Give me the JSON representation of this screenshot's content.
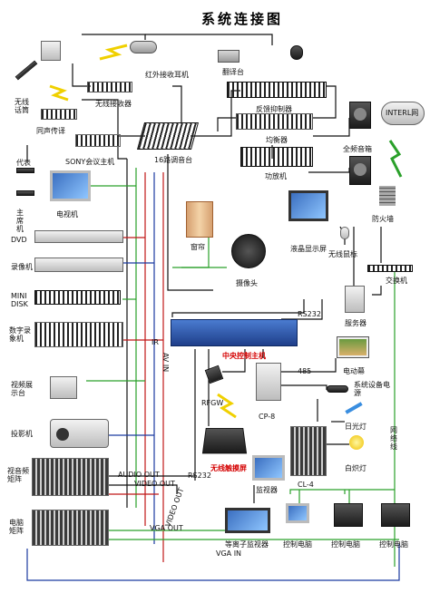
{
  "title": "系统连接图",
  "devices": {
    "wireless_mic": "无线话筒",
    "receiver_ir": "红外接收耳机",
    "interpreter_desk": "翻译台",
    "wireless_receiver": "无线接收器",
    "feedback_suppressor": "反馈抑制器",
    "preamp": "同声传译",
    "sony_host": "SONY会议主机",
    "mixer": "16路调音台",
    "equalizer": "均衡器",
    "amplifier": "功放机",
    "full_speaker": "全频音箱",
    "chairman": "代表",
    "host_unit": "主席机",
    "tv": "电视机",
    "dvd": "DVD",
    "vcr": "录像机",
    "minidisc": "MINI DISK",
    "digital_recorder": "数字录象机",
    "video_booth": "视频展示台",
    "projector": "投影机",
    "av_matrix": "视音频矩阵",
    "pc_matrix": "电脑矩阵",
    "curtain": "窗帘",
    "camera": "摄像头",
    "lcd": "液晶显示屏",
    "wireless_mouse": "无线鼠标",
    "firewall": "防火墙",
    "internet": "INTERL网",
    "switch": "交换机",
    "server": "服务器",
    "central_host": "中央控制主机",
    "rfgw": "RFGW",
    "cp8": "CP-8",
    "screen_motor": "电动幕",
    "equip_power": "系统设备电源",
    "fluorescent": "日光灯",
    "incandescent": "白炽灯",
    "touch_panel": "无线触摸屏",
    "monitor": "监视器",
    "cl4": "CL-4",
    "plasma": "等离子监视器",
    "ctrl_pc1": "控制电脑",
    "ctrl_pc2": "控制电脑",
    "ctrl_pc3": "控制电脑"
  },
  "wires": {
    "rs232_top": "RS232",
    "rs232_bottom": "RS232",
    "rs485": "485",
    "ir": "IR",
    "av_in": "AV IN",
    "audio_out": "AUDIO OUT",
    "video_out": "VIDEO OUT",
    "video_out2": "VIDEO OUT",
    "vga_out": "VGA OUT",
    "vga_in": "VGA IN",
    "network_line": "网络线"
  }
}
